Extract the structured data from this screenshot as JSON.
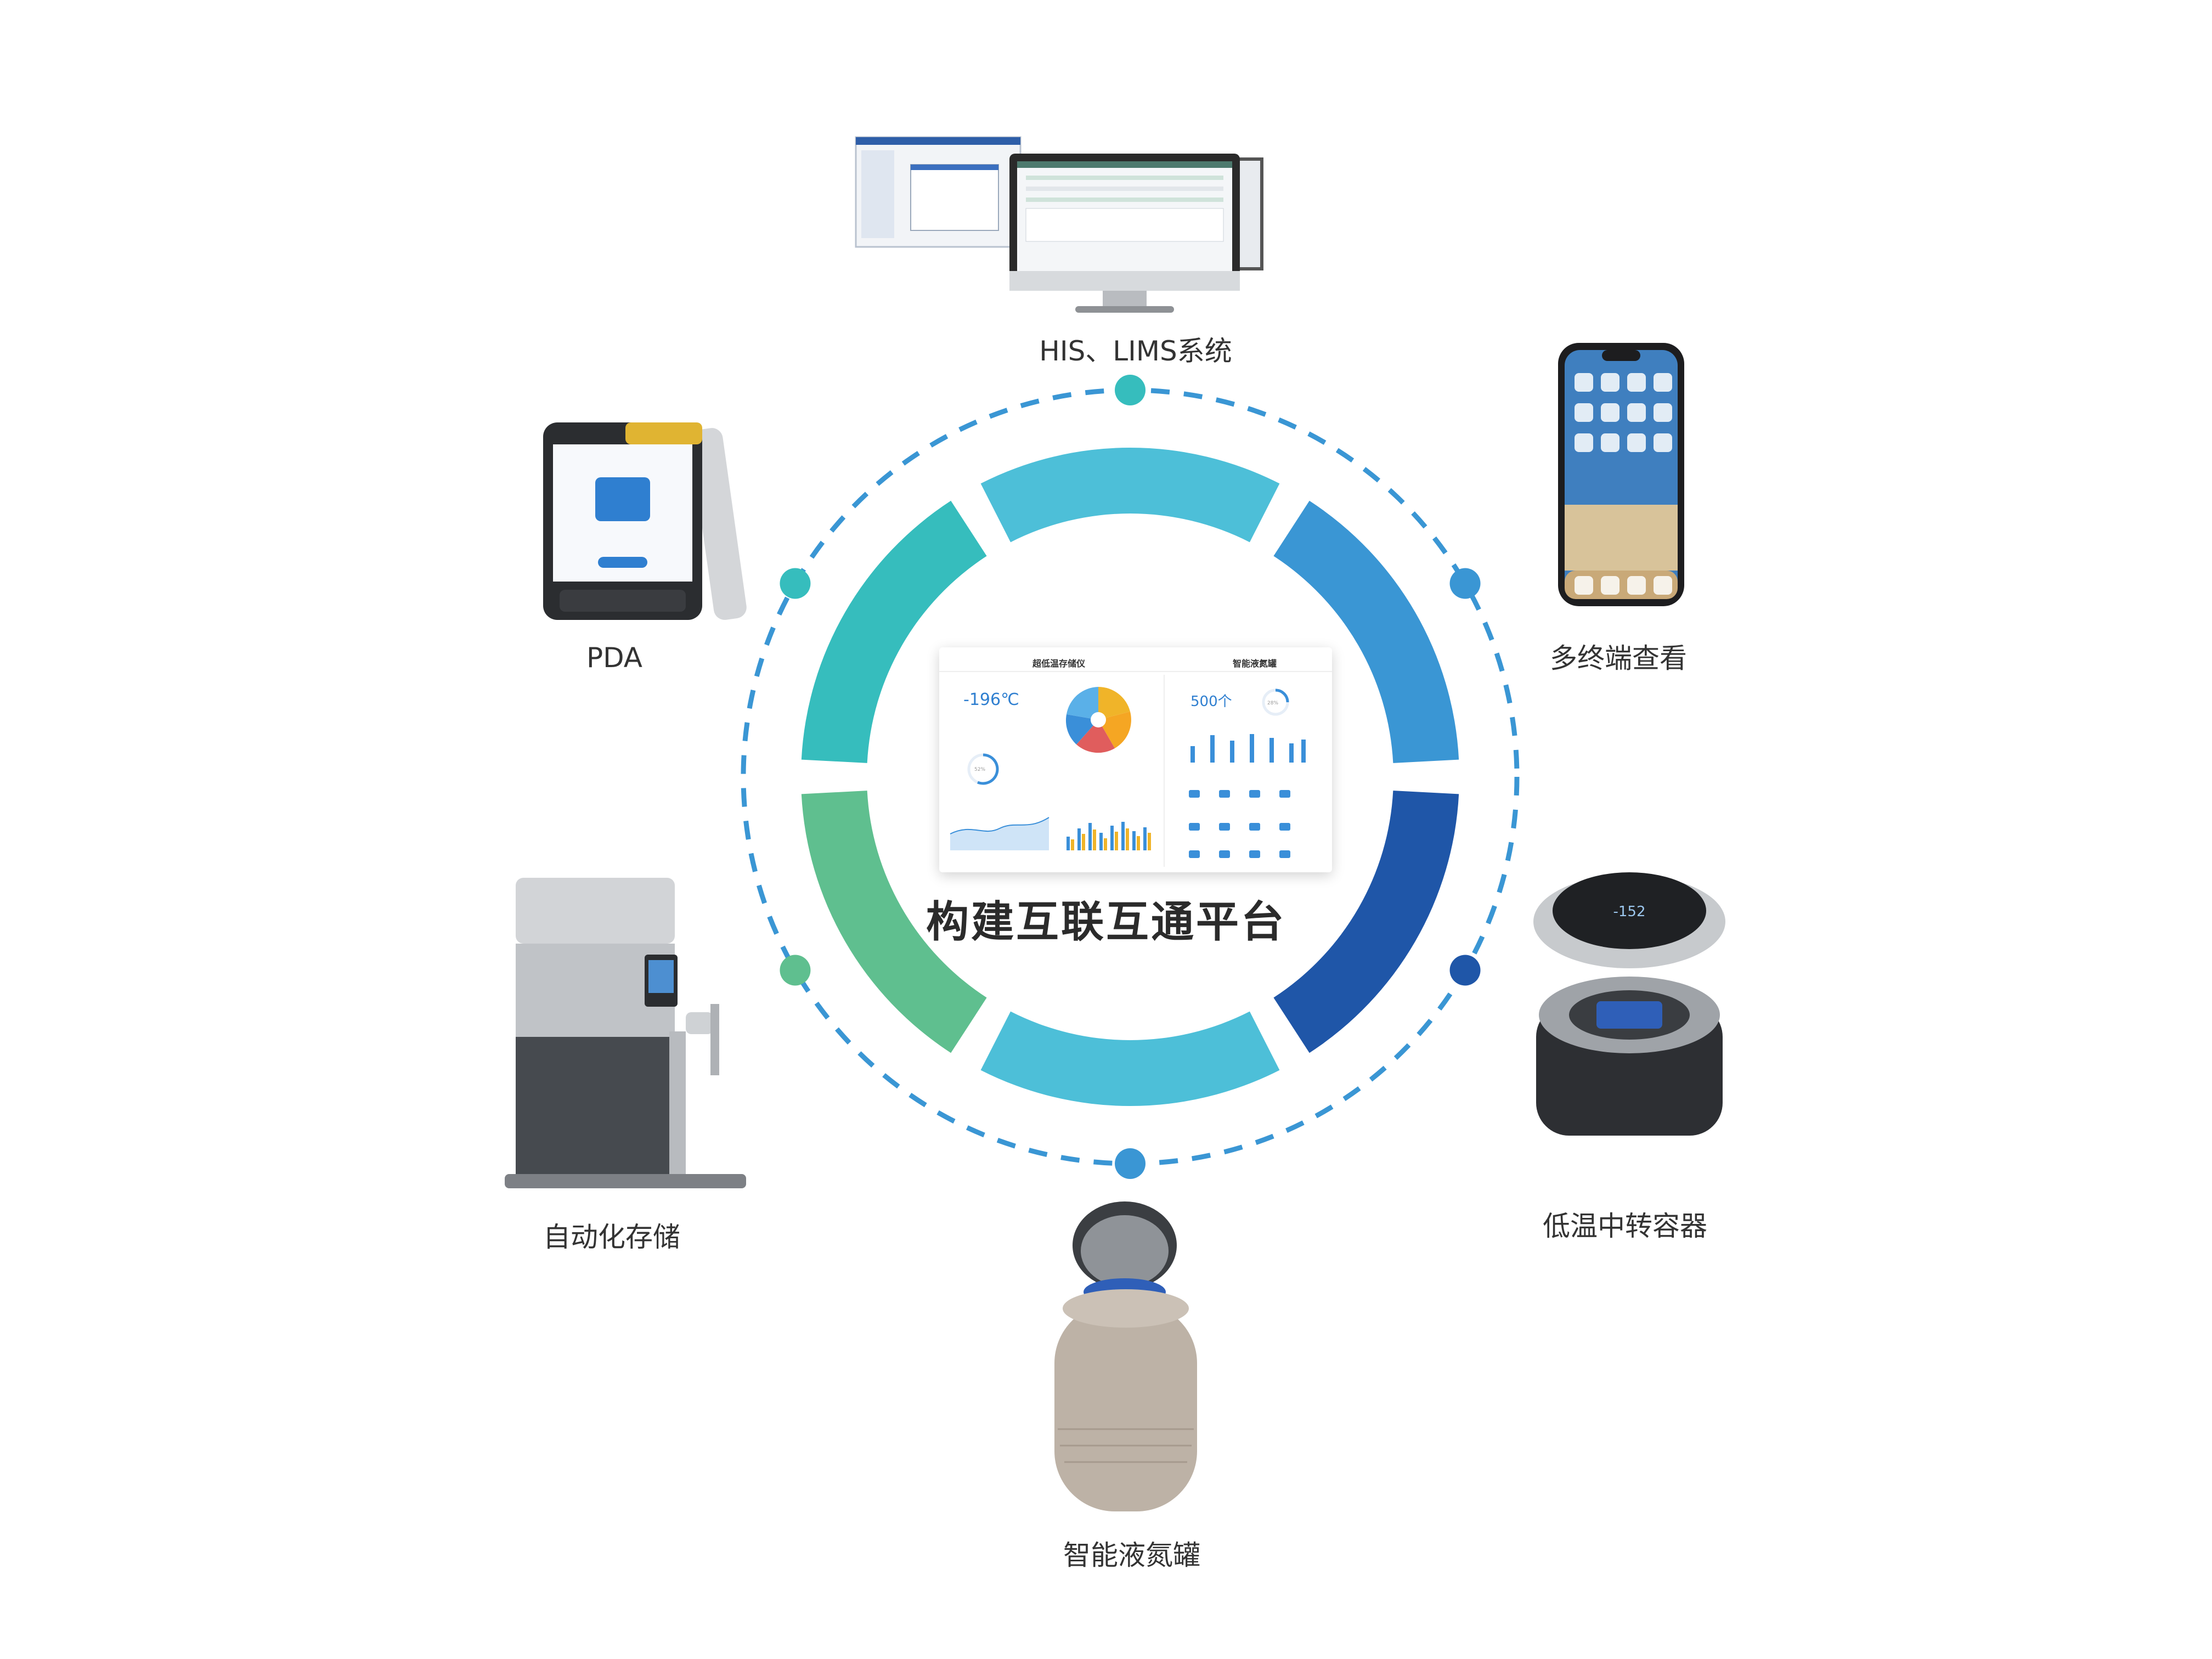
{
  "center": {
    "title": "构建互联互通平台",
    "dashboard": {
      "left_title": "超低温存储仪",
      "left_value": "-196℃",
      "left_gauge": "52%",
      "right_title": "智能液氮罐",
      "right_value": "500个",
      "right_gauge": "28%"
    }
  },
  "nodes": {
    "his": {
      "label": "HIS、LIMS系统"
    },
    "pda": {
      "label": "PDA"
    },
    "phone": {
      "label": "多终端查看"
    },
    "storage": {
      "label": "自动化存储"
    },
    "transfer": {
      "label": "低温中转容器",
      "display": "-152"
    },
    "tank": {
      "label": "智能液氮罐"
    }
  },
  "ring": {
    "colors": [
      "#4dbfd8",
      "#3a96d4",
      "#1f56a8",
      "#4dbfd8",
      "#5fbf8f",
      "#36bdbd"
    ],
    "dash_color": "#3a96d4",
    "dot_colors": [
      "#36bdbd",
      "#3a96d4",
      "#1f56a8",
      "#36bdbd",
      "#5fbf8f",
      "#36bdbd"
    ]
  }
}
